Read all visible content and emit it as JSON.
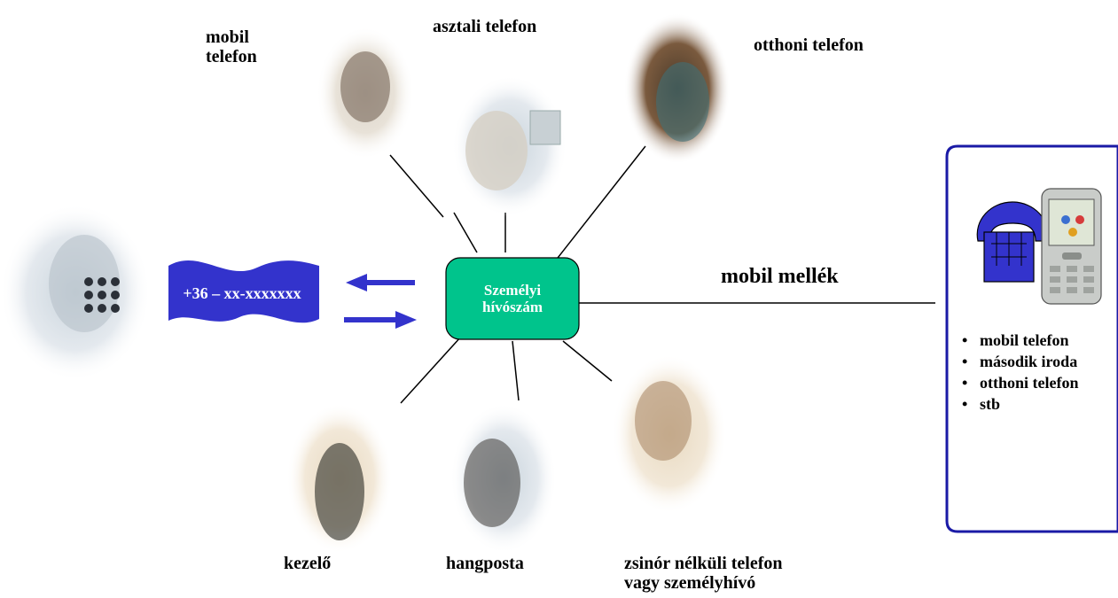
{
  "labels": {
    "mobile_line1": "mobil",
    "mobile_line2": "telefon",
    "desk": "asztali telefon",
    "home": "otthoni telefon",
    "operator": "kezelő",
    "voicemail": "hangposta",
    "cordless_line1": "zsinór nélküli telefon",
    "cordless_line2": "vagy személyhívó"
  },
  "hub": {
    "line1": "Személyi",
    "line2": "hívószám"
  },
  "number_banner": "+36 – xx-xxxxxxx",
  "extension_label": "mobil mellék",
  "panel": {
    "items": [
      "mobil telefon",
      "második iroda",
      "otthoni telefon",
      "stb"
    ]
  },
  "colors": {
    "hub_fill": "#00c48c",
    "banner_fill": "#3333cc",
    "arrow": "#3333cc",
    "panel_border": "#1a1aa6",
    "handset": "#3333cc"
  }
}
